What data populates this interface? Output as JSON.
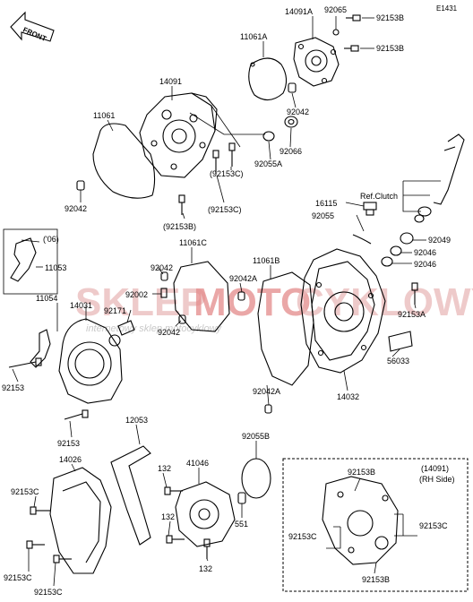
{
  "diagram": {
    "code": "E1431",
    "front_label": "FRONT",
    "watermark": {
      "brand_left": "SKLEP",
      "brand_mid": "MOTO",
      "brand_right": "CYKLOWY.PL",
      "tagline": "internetowy sklep motocyklowy"
    },
    "labels": {
      "p14091A": "14091A",
      "p92065": "92065",
      "p92153B_a": "92153B",
      "p92153B_b": "92153B",
      "p11061A": "11061A",
      "p14091": "14091",
      "p11061": "11061",
      "p92042_a": "92042",
      "p92066": "92066",
      "p92055A": "92055A",
      "p92042_b": "92042",
      "p92153C_a": "(92153C)",
      "p92153C_b": "(92153C)",
      "p92153B_c": "(92153B)",
      "p_refclutch": "Ref.Clutch",
      "p16115": "16115",
      "p92055": "92055",
      "p92049": "92049",
      "p92046_a": "92046",
      "p92046_b": "92046",
      "p06": "('06)",
      "p11053": "11053",
      "p11061C": "11061C",
      "p11061B": "11061B",
      "p92042_c": "92042",
      "p92042A_a": "92042A",
      "p92002": "92002",
      "p11054": "11054",
      "p14031": "14031",
      "p92171": "92171",
      "p92042_d": "92042",
      "p92153A": "92153A",
      "p56033": "56033",
      "p92153_a": "92153",
      "p92042A_b": "92042A",
      "p14032": "14032",
      "p92153_b": "92153",
      "p12053": "12053",
      "p92055B": "92055B",
      "p14026": "14026",
      "p41046": "41046",
      "p132_a": "132",
      "p92153C_c": "92153C",
      "p551": "551",
      "p132_b": "132",
      "p132_c": "132",
      "p92153C_d": "92153C",
      "p92153C_e": "92153C",
      "p_inset_part": "(14091)",
      "p_inset_side": "(RH Side)",
      "p_inset_92153B_a": "92153B",
      "p_inset_92153C_a": "92153C",
      "p_inset_92153C_b": "92153C",
      "p_inset_92153B_b": "92153B"
    }
  }
}
